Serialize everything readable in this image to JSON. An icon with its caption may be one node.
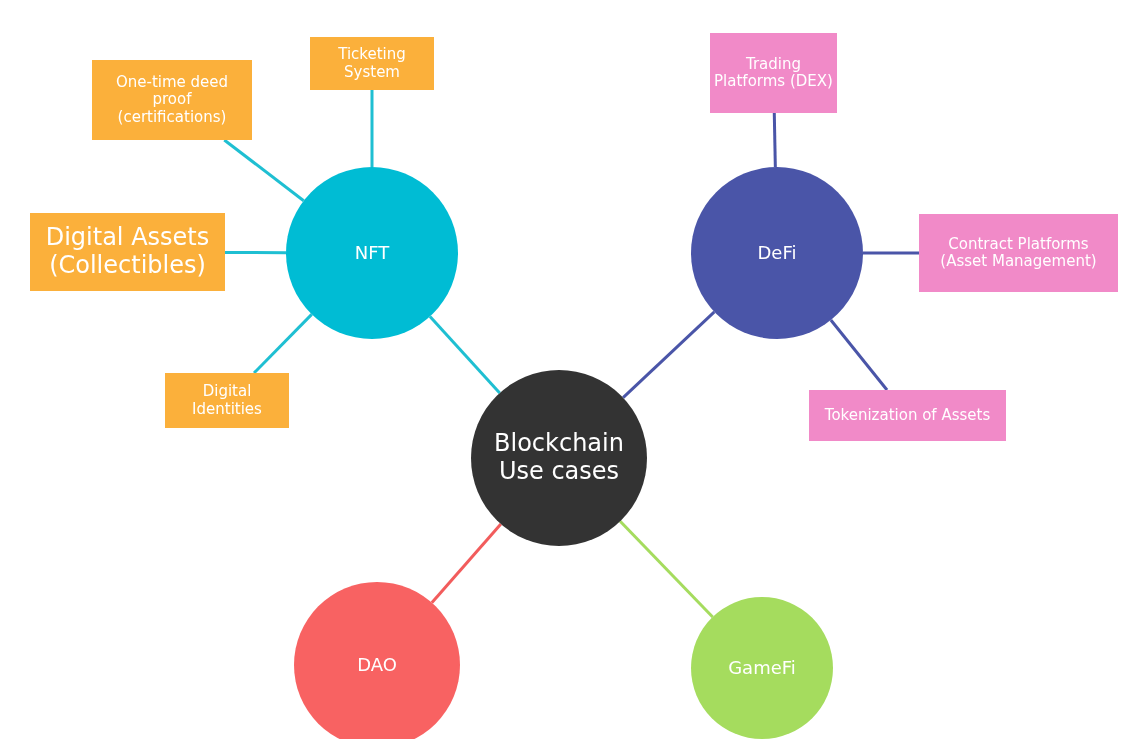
{
  "diagram": {
    "nodes": [
      {
        "text": [
          "Blockchain Use cases"
        ]
      },
      {
        "text": [
          "NFT"
        ]
      },
      {
        "text": [
          "DeFi"
        ]
      },
      {
        "text": [
          "DAO"
        ]
      },
      {
        "text": [
          "GameFi"
        ]
      },
      {
        "text": [
          "Ticketing System"
        ]
      },
      {
        "text": [
          "One-time deed proof (certifications)"
        ]
      },
      {
        "text": [
          "Digital Assets (Collectibles)"
        ]
      },
      {
        "text": [
          "Digital Identities"
        ]
      },
      {
        "text": [
          "Trading Platforms (DEX)"
        ]
      },
      {
        "text": [
          "Contract Platforms (Asset Management)"
        ]
      },
      {
        "text": [
          "Tokenization of Assets"
        ]
      }
    ],
    "edges": [
      {
        "from": 0,
        "to": 1,
        "arrow": "none"
      },
      {
        "from": 0,
        "to": 2,
        "arrow": "none",
        "color": "#4a55a8"
      },
      {
        "from": 0,
        "to": 3,
        "arrow": "none",
        "color": "#f25c5c"
      },
      {
        "from": 0,
        "to": 4,
        "arrow": "none",
        "color": "#a5dc5e"
      },
      {
        "from": 1,
        "to": 5,
        "arrow": "none"
      },
      {
        "from": 1,
        "to": 6,
        "arrow": "none"
      },
      {
        "from": 1,
        "to": 7,
        "arrow": "none"
      },
      {
        "from": 1,
        "to": 8,
        "arrow": "none"
      },
      {
        "from": 2,
        "to": 9,
        "arrow": "none",
        "color": "#4a55a8"
      },
      {
        "from": 2,
        "to": 10,
        "arrow": "none",
        "color": "#4a55a8"
      },
      {
        "from": 2,
        "to": 11,
        "arrow": "none",
        "color": "#4a55a8"
      }
    ]
  }
}
